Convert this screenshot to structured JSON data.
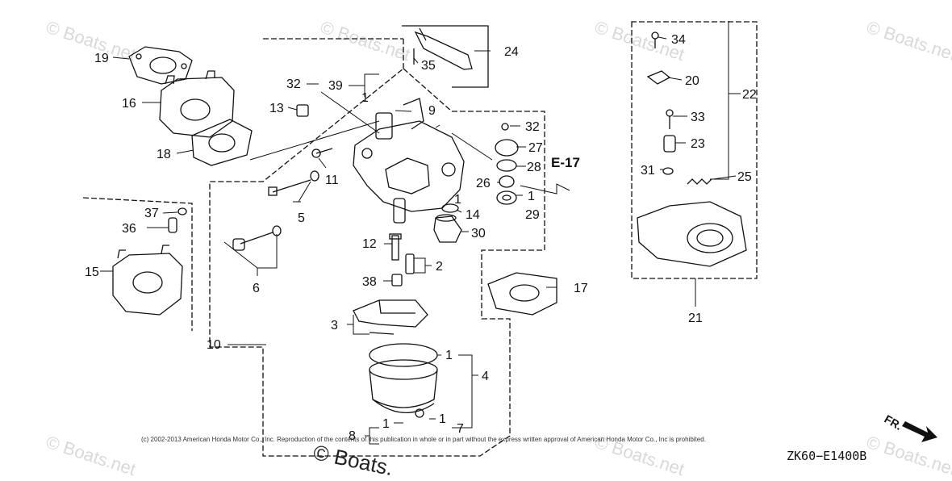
{
  "watermark_text": "© Boats.net",
  "big_watermark": "© Boats.",
  "copyright": "(c) 2002-2013 American Honda Motor Co., Inc. Reproduction of the contents of this publication in whole or in part without the express written approval of American Honda Motor Co., Inc is prohibited.",
  "diagram_code": "ZK60−E1400B",
  "front_label": "FR.",
  "reference_label": "E-17",
  "callouts": [
    "19",
    "16",
    "18",
    "13",
    "32",
    "39",
    "1",
    "9",
    "11",
    "5",
    "37",
    "36",
    "15",
    "6",
    "10",
    "3",
    "12",
    "2",
    "38",
    "1",
    "4",
    "8",
    "1",
    "1",
    "7",
    "24",
    "35",
    "32",
    "27",
    "28",
    "26",
    "1",
    "29",
    "14",
    "1",
    "30",
    "17",
    "34",
    "20",
    "22",
    "33",
    "23",
    "31",
    "25",
    "21"
  ]
}
